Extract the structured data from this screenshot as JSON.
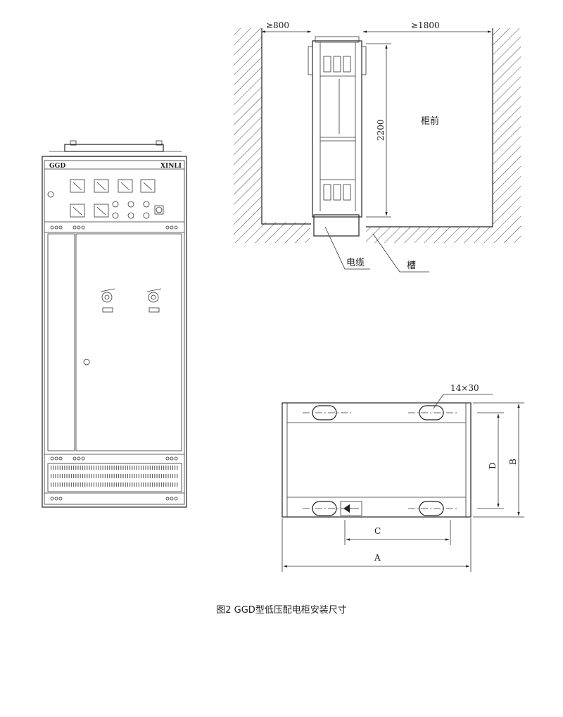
{
  "front_view": {
    "brand_left": "GGD",
    "brand_right": "XINLI"
  },
  "installation_plan": {
    "side_clearance": "≥800",
    "front_clearance": "≥1800",
    "height": "2200",
    "front_label": "柜前",
    "cable_label": "电缆",
    "trench_label": "槽"
  },
  "base_plan": {
    "slot_size": "14×30",
    "dim_a": "A",
    "dim_b": "B",
    "dim_c": "C",
    "dim_d": "D"
  },
  "caption": "图2 GGD型低压配电柜安装尺寸"
}
